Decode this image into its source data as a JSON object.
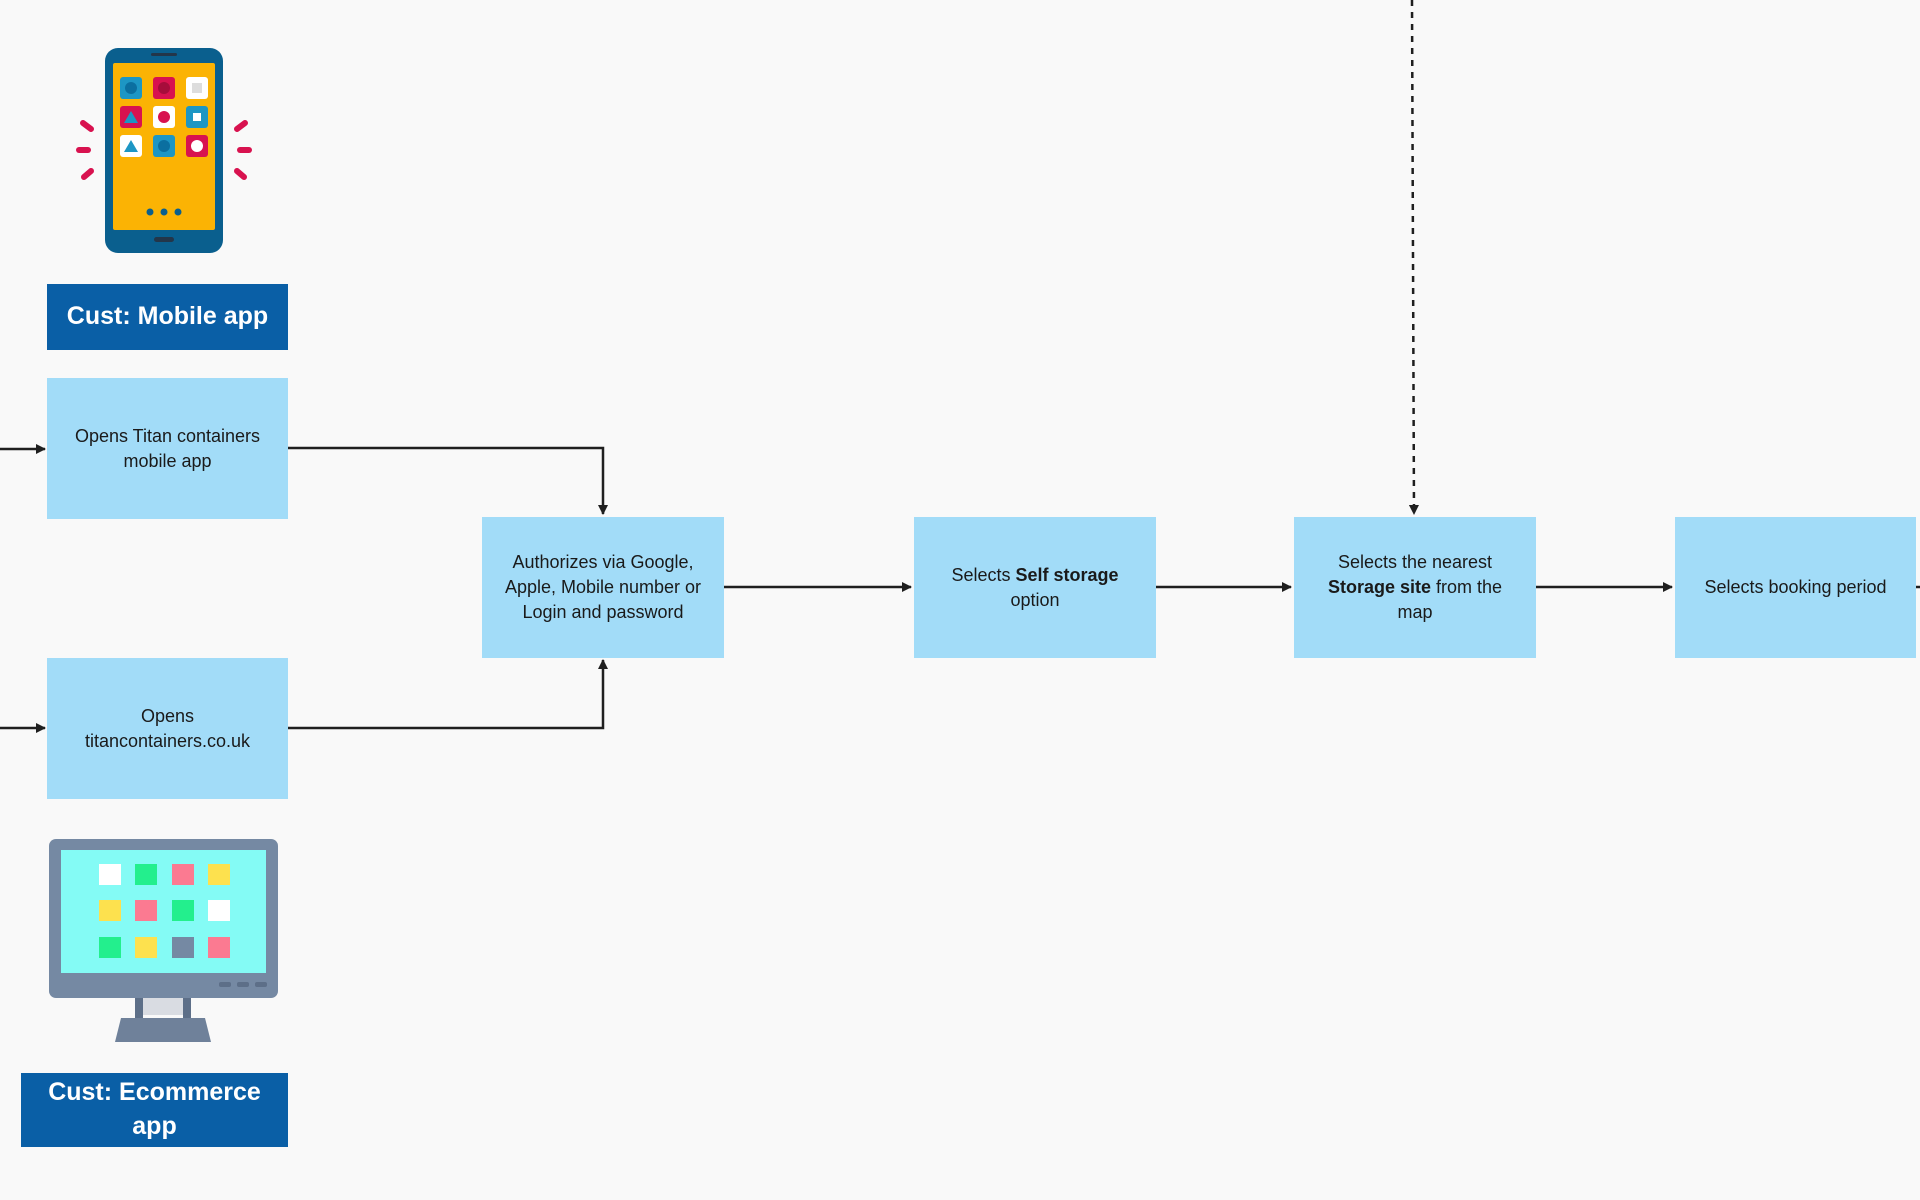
{
  "headers": {
    "mobile": "Cust: Mobile app",
    "ecommerce": "Cust: Ecommerce app"
  },
  "steps": {
    "open_mobile": "Opens Titan containers mobile app",
    "open_web_line1": "Opens",
    "open_web_line2": "titancontainers.co.uk",
    "authorize": "Authorizes via Google, Apple, Mobile number or Login and password",
    "self_storage_pre": "Selects ",
    "self_storage_bold": "Self storage",
    "self_storage_post": " option",
    "storage_site_line1": "Selects the nearest",
    "storage_site_bold": "Storage site",
    "storage_site_post": " from the map",
    "booking_period": "Selects booking period"
  },
  "colors": {
    "header_bg": "#0a5fa6",
    "step_bg": "#a2dcf8",
    "connector": "#1f1f1f",
    "background": "#f9f9f9"
  },
  "icons": {
    "mobile": "smartphone-icon",
    "desktop": "desktop-monitor-icon"
  }
}
